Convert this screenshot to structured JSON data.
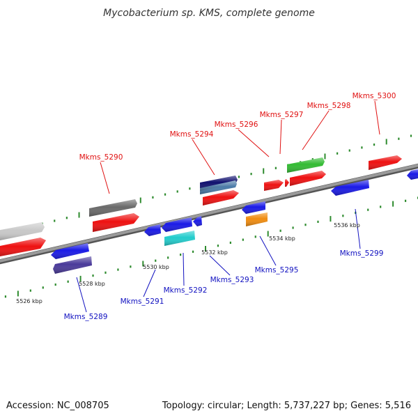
{
  "title": "Mycobacterium sp. KMS, complete genome",
  "footer": {
    "accession": "Accession: NC_008705",
    "summary": "Topology: circular; Length: 5,737,227 bp; Genes: 5,516"
  },
  "colors": {
    "backbone": "#8a8a8a",
    "tick": "#2e8b2e",
    "forward_label": "#e01010",
    "reverse_label": "#1010c0"
  },
  "scale_labels": [
    "5526 kbp",
    "5528 kbp",
    "5530 kbp",
    "5532 kbp",
    "5534 kbp",
    "5536 kbp"
  ],
  "gene_labels": [
    {
      "text": "Mkms_5290",
      "strand": "forward"
    },
    {
      "text": "Mkms_5294",
      "strand": "forward"
    },
    {
      "text": "Mkms_5296",
      "strand": "forward"
    },
    {
      "text": "Mkms_5297",
      "strand": "forward"
    },
    {
      "text": "Mkms_5298",
      "strand": "forward"
    },
    {
      "text": "Mkms_5300",
      "strand": "forward"
    },
    {
      "text": "Mkms_5289",
      "strand": "reverse"
    },
    {
      "text": "Mkms_5291",
      "strand": "reverse"
    },
    {
      "text": "Mkms_5292",
      "strand": "reverse"
    },
    {
      "text": "Mkms_5293",
      "strand": "reverse"
    },
    {
      "text": "Mkms_5295",
      "strand": "reverse"
    },
    {
      "text": "Mkms_5299",
      "strand": "reverse"
    }
  ]
}
